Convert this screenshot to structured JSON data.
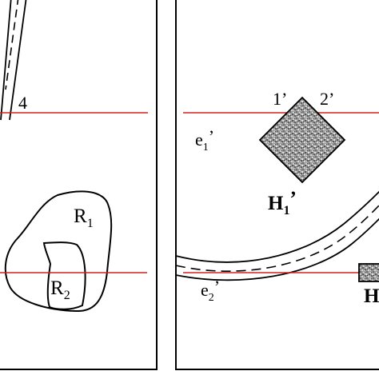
{
  "left_panel": {
    "line_label": "4",
    "region_outer": {
      "base": "R",
      "sub": "1"
    },
    "region_inner": {
      "base": "R",
      "sub": "2"
    }
  },
  "right_panel": {
    "node_left": "1’",
    "node_right": "2’",
    "edge_top": {
      "base": "e",
      "sub": "1",
      "prime": "’"
    },
    "edge_bottom": {
      "base": "e",
      "sub": "2",
      "prime": "’"
    },
    "block_1": {
      "base": "H",
      "sub": "1",
      "prime": "’"
    },
    "block_2_partial": "H"
  },
  "colors": {
    "scan_line": "#d42020",
    "stroke": "#000000",
    "texture_fill": "#9a9a9a"
  }
}
